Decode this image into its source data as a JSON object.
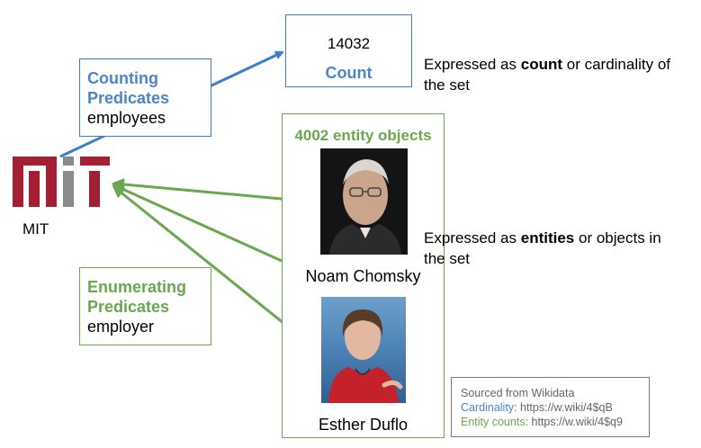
{
  "org": {
    "label": "MIT"
  },
  "counting": {
    "title_line1": "Counting",
    "title_line2": "Predicates",
    "predicate": "employees"
  },
  "enumerating": {
    "title_line1": "Enumerating",
    "title_line2": "Predicates",
    "predicate": "employer"
  },
  "count_box": {
    "value": "14032",
    "label": "Count"
  },
  "count_desc": {
    "prefix": "Expressed as ",
    "bold": "count",
    "suffix": " or cardinality of",
    "line2": "the set"
  },
  "entity_box": {
    "title": "4002 entity objects",
    "people": [
      "Noam Chomsky",
      "Esther Duflo"
    ]
  },
  "entity_desc": {
    "prefix": "Expressed as ",
    "bold": "entities",
    "suffix": " or objects in",
    "line2": "the set"
  },
  "source": {
    "heading": "Sourced from Wikidata",
    "cardinality_label": "Cardinality",
    "cardinality_url": ": https://w.wiki/4$qB",
    "entity_label": "Entity counts",
    "entity_url": ": https://w.wiki/4$q9"
  },
  "colors": {
    "blue": "#3d7dc9",
    "green": "#6aa84f",
    "mit_red": "#a31f34",
    "mit_grey": "#8a8b8c"
  },
  "icons": [
    "mit-logo",
    "person-photo"
  ]
}
